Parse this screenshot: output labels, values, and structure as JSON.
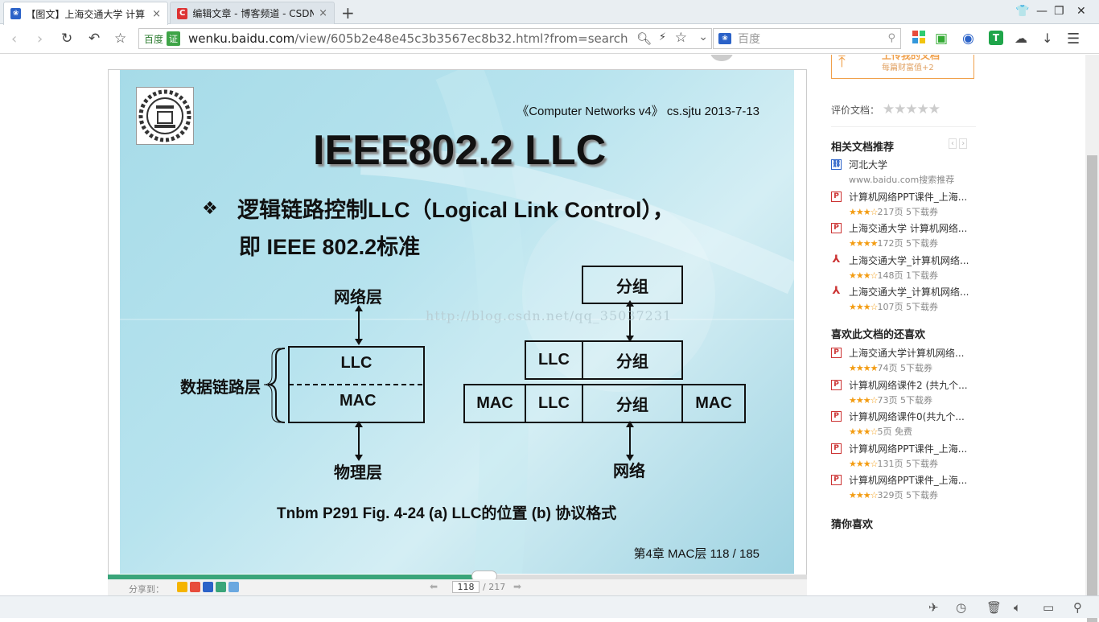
{
  "tabs": [
    {
      "title": "【图文】上海交通大学 计算",
      "active": true,
      "favicon_color": "#2b62c8"
    },
    {
      "title": "编辑文章 - 博客频道 - CSDN",
      "active": false,
      "favicon_color": "#d33"
    }
  ],
  "address": {
    "badge": "百度",
    "verified": "证",
    "domain": "wenku.baidu.com",
    "path": "/view/605b2e48e45c3b3567ec8b32.html?from=search"
  },
  "search": {
    "placeholder": "百度"
  },
  "slide": {
    "course": "《Computer Networks v4》 cs.sjtu  2013-7-13",
    "title": "IEEE802.2 LLC",
    "bullet_line1": "逻辑链路控制LLC（Logical Link Control），",
    "bullet_line2": "即 IEEE 802.2标准",
    "diagram_a": {
      "network_layer": "网络层",
      "datalink_layer": "数据链路层",
      "llc": "LLC",
      "mac": "MAC",
      "physical_layer": "物理层"
    },
    "diagram_b": {
      "packet": "分组",
      "llc": "LLC",
      "mac": "MAC",
      "network": "网络"
    },
    "watermark": "http://blog.csdn.net/qq_35037231",
    "caption": "Tnbm P291 Fig.  4-24  (a) LLC的位置  (b) 协议格式",
    "chapter": "第4章 MAC层 118 / 185"
  },
  "viewer": {
    "progress": 0.54,
    "share_label": "分享到：",
    "current_page": "118",
    "total_pages": "/ 217"
  },
  "sidebar": {
    "upload_label": "上传我的文档",
    "upload_sub": "每篇财富值+2",
    "rating_label": "评价文档：",
    "related_title": "相关文档推荐",
    "related": [
      {
        "type": "link",
        "title": "河北大学",
        "meta": "www.baidu.com搜索推荐"
      },
      {
        "type": "ppt",
        "title": "计算机网络PPT课件_上海...",
        "stars": "★★★☆",
        "meta": "217页 5下载券"
      },
      {
        "type": "ppt",
        "title": "上海交通大学 计算机网络...",
        "stars": "★★★★",
        "meta": "172页 5下载券"
      },
      {
        "type": "pdf",
        "title": "上海交通大学_计算机网络...",
        "stars": "★★★☆",
        "meta": "148页 1下载券"
      },
      {
        "type": "pdf",
        "title": "上海交通大学_计算机网络...",
        "stars": "★★★☆",
        "meta": "107页 5下载券"
      }
    ],
    "also_title": "喜欢此文档的还喜欢",
    "also": [
      {
        "type": "ppt",
        "title": "上海交通大学计算机网络...",
        "stars": "★★★★",
        "meta": "74页  5下载券"
      },
      {
        "type": "ppt",
        "title": "计算机网络课件2 (共九个...",
        "stars": "★★★☆",
        "meta": "73页  5下载券"
      },
      {
        "type": "ppt",
        "title": "计算机网络课件0(共九个...",
        "stars": "★★★☆",
        "meta": "5页   免费"
      },
      {
        "type": "ppt",
        "title": "计算机网络PPT课件_上海...",
        "stars": "★★★☆",
        "meta": "131页 5下载券"
      },
      {
        "type": "ppt",
        "title": "计算机网络PPT课件_上海...",
        "stars": "★★★☆",
        "meta": "329页 5下载券"
      }
    ],
    "guess_title": "猜你喜欢"
  }
}
